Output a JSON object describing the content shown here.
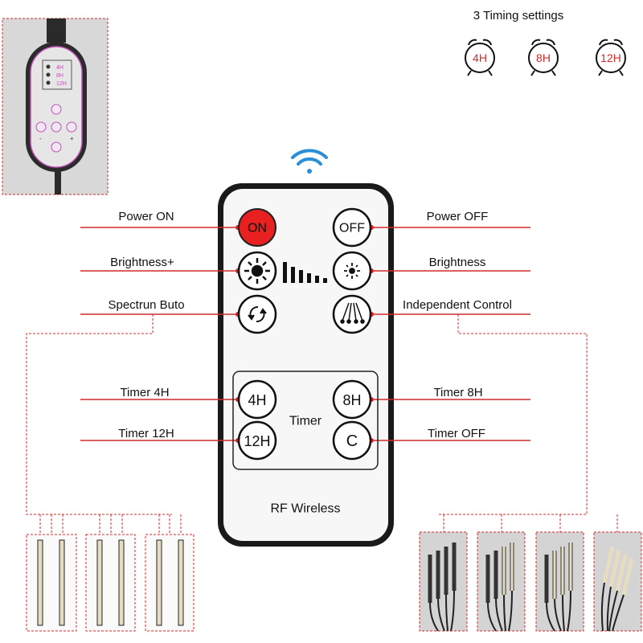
{
  "timing": {
    "title": "3 Timing settings",
    "clocks": [
      "4H",
      "8H",
      "12H"
    ]
  },
  "controller": {
    "timer_labels": [
      "4H",
      "8H",
      "12H"
    ],
    "minus": "-",
    "plus": "+"
  },
  "remote": {
    "buttons": {
      "on": "ON",
      "off": "OFF",
      "t4": "4H",
      "t8": "8H",
      "t12": "12H",
      "c": "C"
    },
    "timer_caption": "Timer",
    "footer": "RF Wireless"
  },
  "labels": {
    "power_on": "Power ON",
    "power_off": "Power OFF",
    "brightness_plus": "Brightness+",
    "brightness": "Brightness",
    "spectrum": "Spectrun Buto",
    "independent": "Independent Control",
    "timer4": "Timer 4H",
    "timer8": "Timer 8H",
    "timer12": "Timer 12H",
    "timeroff": "Timer OFF"
  },
  "colors": {
    "accent_red": "#e02020",
    "wifi_blue": "#2a8fd8",
    "controller_pink": "#c050b8"
  }
}
